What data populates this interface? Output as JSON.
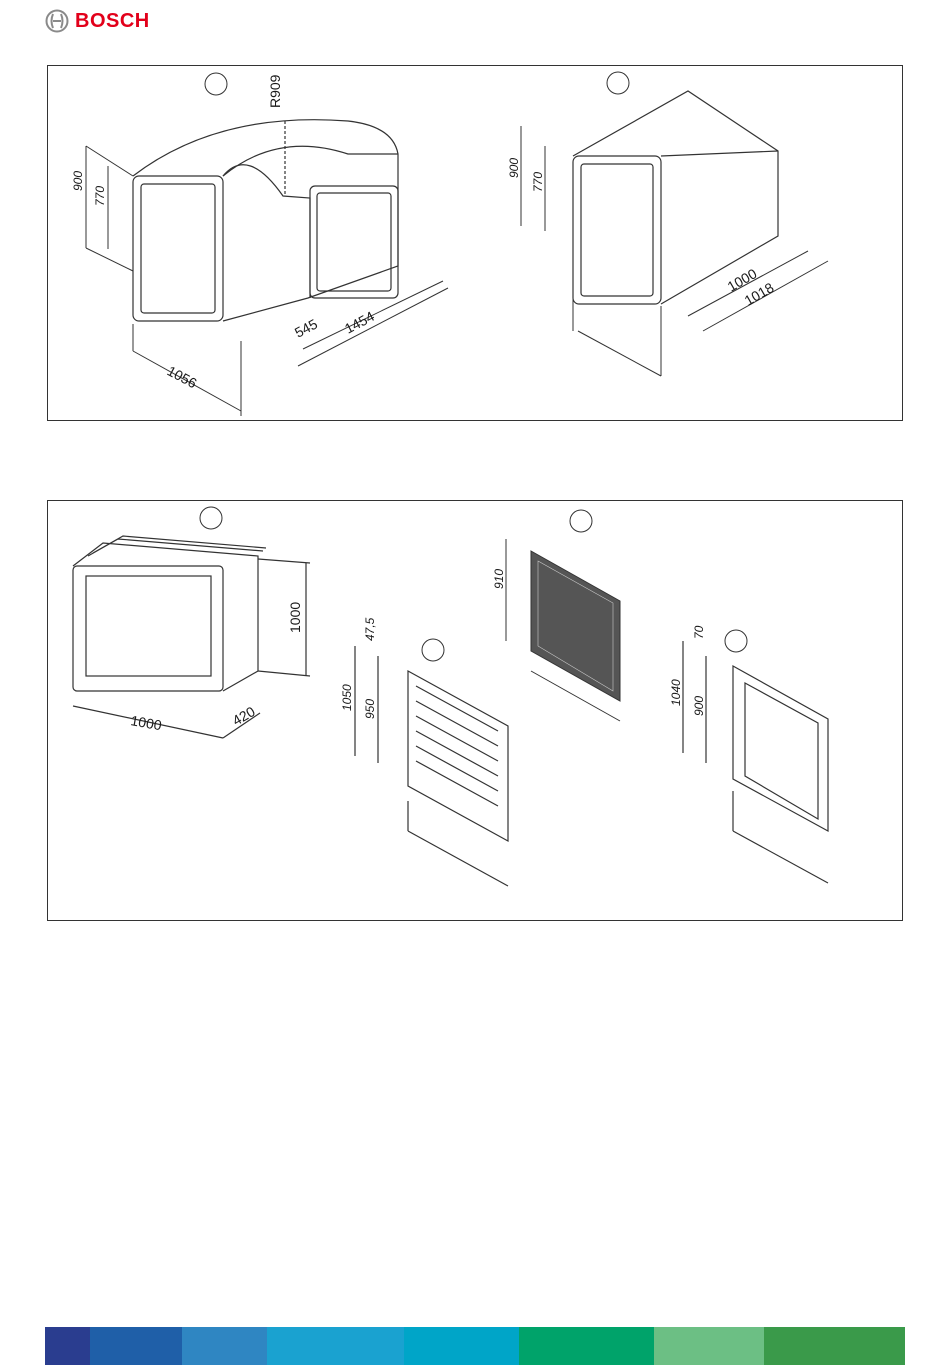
{
  "header": {
    "brand": "BOSCH",
    "logo_color": "#e2001a"
  },
  "figure_top": {
    "elbow": {
      "height_outer": "900",
      "height_inner": "770",
      "radius": "R909",
      "depth": "1056",
      "leg": "545",
      "length": "1454"
    },
    "straight": {
      "height_outer": "900",
      "height_inner": "770",
      "length_inner": "1000",
      "length_outer": "1018"
    }
  },
  "figure_bottom": {
    "flex_connector": {
      "height": "1000",
      "width": "1000",
      "depth": "420"
    },
    "grille": {
      "height_outer": "1050",
      "height_inner": "950",
      "offset": "47,5"
    },
    "filter": {
      "height": "910"
    },
    "frame": {
      "height_outer": "1040",
      "height_inner": "900",
      "offset": "70"
    }
  },
  "footer_colors": [
    "#2a3d8f",
    "#1f5fa8",
    "#2f86c2",
    "#1aa2d0",
    "#00a5c8",
    "#00a36a",
    "#6cbf84",
    "#3a9a4a"
  ]
}
